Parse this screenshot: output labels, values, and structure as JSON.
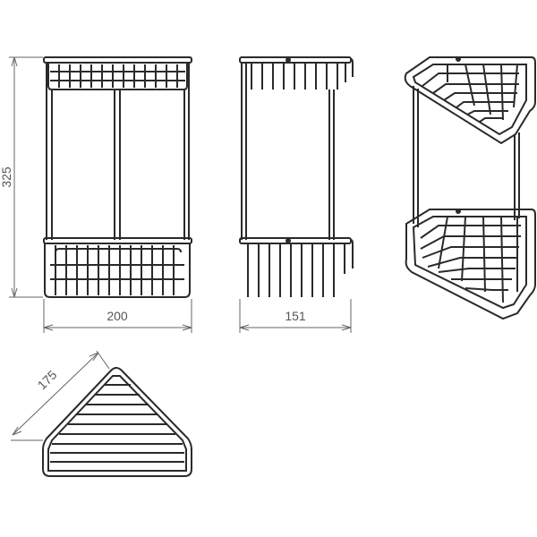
{
  "dimensions": {
    "height_label": "325",
    "width_label": "200",
    "depth_label": "151",
    "side_label": "175"
  },
  "colors": {
    "line": "#2a2a2a",
    "dim_line": "#666666",
    "background": "#ffffff"
  }
}
